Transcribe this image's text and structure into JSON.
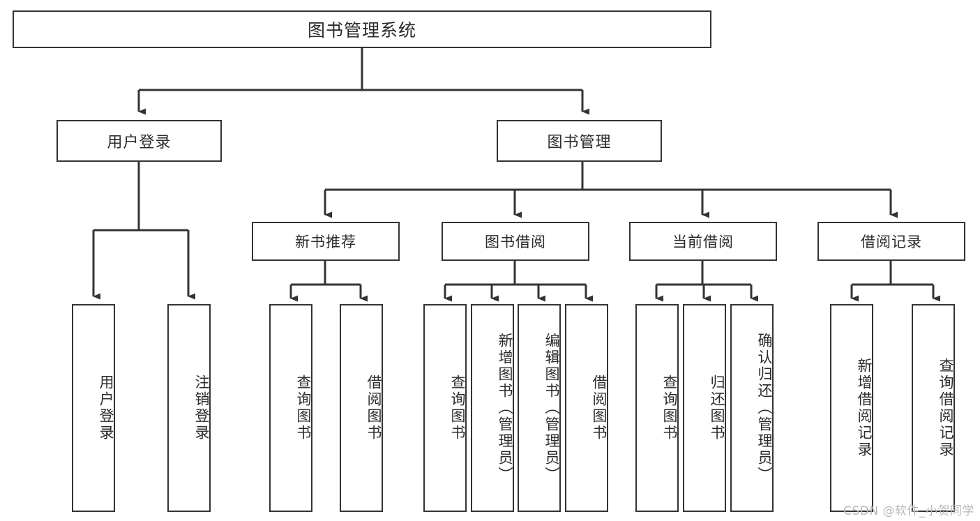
{
  "diagram": {
    "type": "tree-hierarchy-chart",
    "title": "图书管理系统",
    "background_color": "#ffffff",
    "line_color": "#333333",
    "text_color": "#2b2b2b"
  },
  "root": {
    "label": "图书管理系统"
  },
  "level1": [
    {
      "label": "用户登录"
    },
    {
      "label": "图书管理"
    }
  ],
  "level2": [
    {
      "label": "新书推荐"
    },
    {
      "label": "图书借阅"
    },
    {
      "label": "当前借阅"
    },
    {
      "label": "借阅记录"
    }
  ],
  "leaves": {
    "user_login": [
      {
        "label": "用户登录"
      },
      {
        "label": "注销登录"
      }
    ],
    "new_book_recommend": [
      {
        "label": "查询图书"
      },
      {
        "label": "借阅图书"
      }
    ],
    "book_borrow": [
      {
        "label": "查询图书"
      },
      {
        "label": "新增图书（管理员）"
      },
      {
        "label": "编辑图书（管理员）"
      },
      {
        "label": "借阅图书"
      }
    ],
    "current_borrow": [
      {
        "label": "查询图书"
      },
      {
        "label": "归还图书"
      },
      {
        "label": "确认归还（管理员）"
      }
    ],
    "borrow_record": [
      {
        "label": "新增借阅记录"
      },
      {
        "label": "查询借阅记录"
      }
    ]
  },
  "watermark": {
    "text": "CSDN @软件_小贺同学"
  }
}
